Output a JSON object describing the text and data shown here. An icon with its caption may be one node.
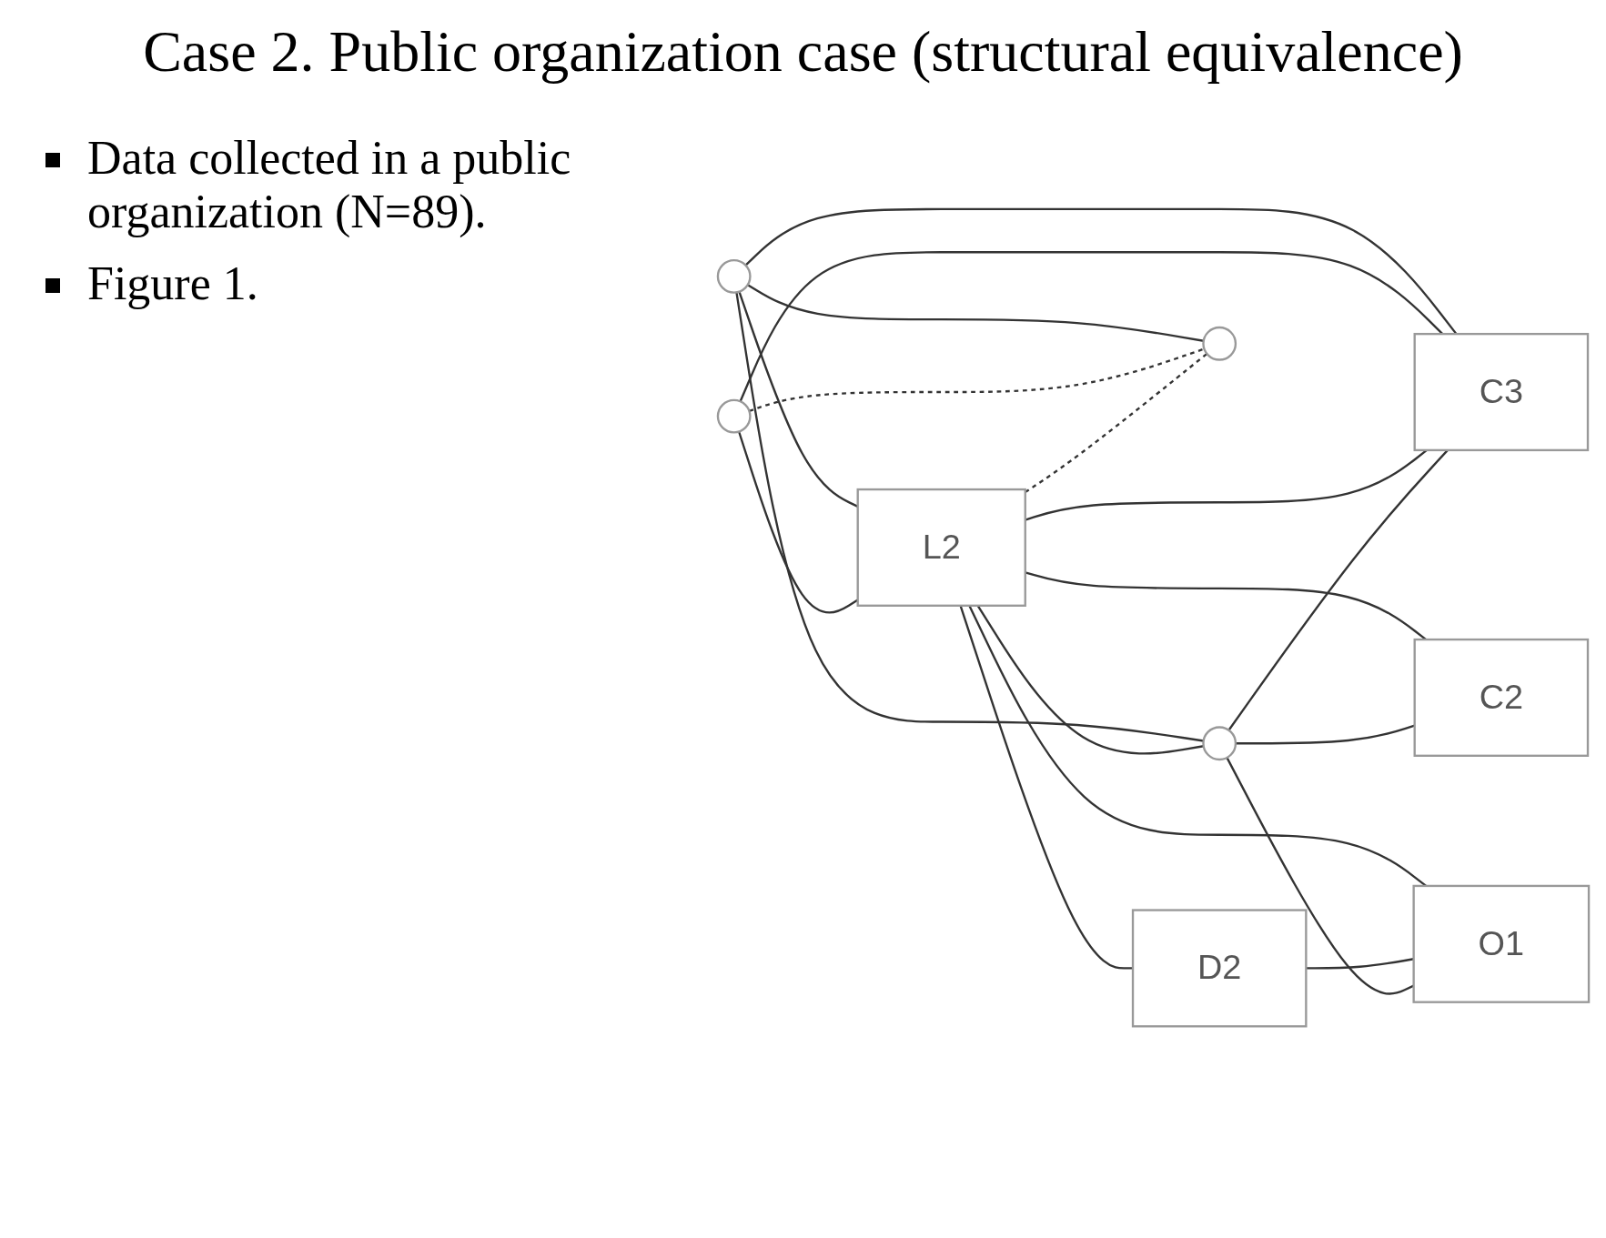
{
  "diagram": {
    "title": "Case 2. Public organization case (structural equivalence)",
    "nodes": [
      {
        "text": [],
        "shape": "circle"
      },
      {
        "text": [],
        "shape": "circle"
      },
      {
        "text": [
          "L2"
        ]
      },
      {
        "text": [
          "D2"
        ]
      },
      {
        "text": [
          "C2"
        ]
      },
      {
        "text": [],
        "shape": "circle"
      },
      {
        "text": [],
        "shape": "circle"
      },
      {
        "text": [
          "O1"
        ]
      },
      {
        "text": [
          "C3"
        ]
      }
    ],
    "edges": [
      {
        "from": 0,
        "to": 2,
        "arrow": "none"
      },
      {
        "from": 1,
        "to": 2,
        "arrow": "none"
      },
      {
        "from": 0,
        "to": 6,
        "arrow": "none"
      },
      {
        "from": 0,
        "to": 5,
        "arrow": "none"
      },
      {
        "from": 0,
        "to": 8,
        "arrow": "none"
      },
      {
        "from": 1,
        "to": 8,
        "arrow": "none"
      },
      {
        "from": 1,
        "to": 6,
        "arrow": "none",
        "style": "dashed"
      },
      {
        "from": 2,
        "to": 3,
        "arrow": "none"
      },
      {
        "from": 2,
        "to": 7,
        "arrow": "none"
      },
      {
        "from": 2,
        "to": 4,
        "arrow": "none"
      },
      {
        "from": 2,
        "to": 5,
        "arrow": "none"
      },
      {
        "from": 2,
        "to": 6,
        "arrow": "none",
        "style": "dashed"
      },
      {
        "from": 2,
        "to": 8,
        "arrow": "none"
      },
      {
        "from": 3,
        "to": 7,
        "arrow": "none"
      },
      {
        "from": 5,
        "to": 7,
        "arrow": "none"
      },
      {
        "from": 5,
        "to": 4,
        "arrow": "none"
      },
      {
        "from": 5,
        "to": 8,
        "arrow": "none"
      }
    ],
    "labels": [
      "Data collected in a public organization (N=89).",
      "Figure 1."
    ]
  }
}
